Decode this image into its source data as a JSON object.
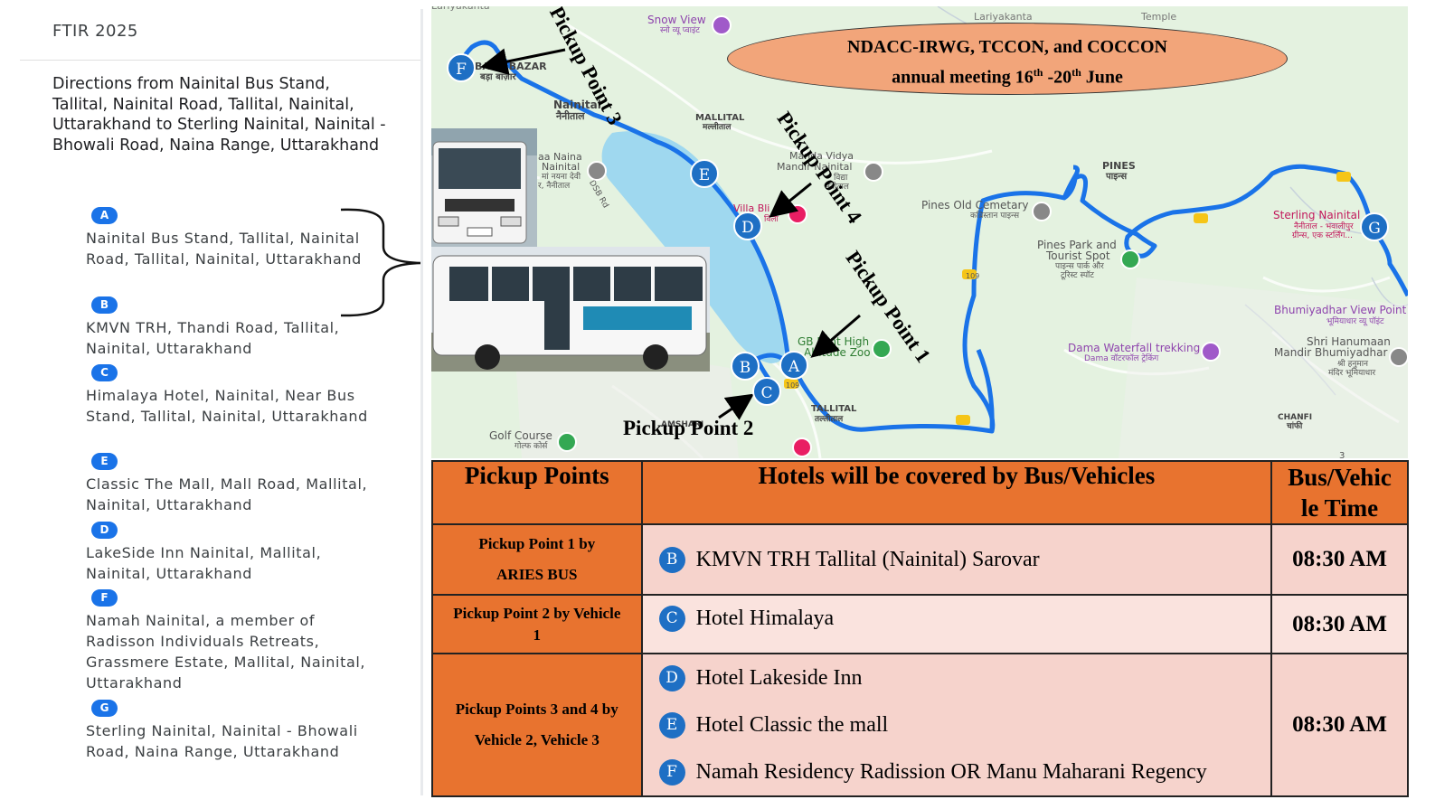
{
  "left_panel": {
    "title": "FTIR 2025",
    "heading": "Directions from Nainital Bus Stand, Tallital, Nainital Road, Tallital, Nainital, Uttarakhand to Sterling Nainital, Nainital - Bhowali Road, Naina Range, Uttarakhand",
    "stops": [
      {
        "letter": "A",
        "address": "Nainital Bus Stand, Tallital, Nainital Road, Tallital, Nainital, Uttarakhand"
      },
      {
        "letter": "B",
        "address": "KMVN TRH, Thandi Road, Tallital, Nainital, Uttarakhand"
      },
      {
        "letter": "C",
        "address": "Himalaya Hotel, Nainital, Near Bus Stand, Tallital, Nainital, Uttarakhand"
      },
      {
        "letter": "E",
        "address": "Classic The Mall, Mall Road, Mallital, Nainital, Uttarakhand"
      },
      {
        "letter": "D",
        "address": "LakeSide Inn Nainital, Mallital, Nainital, Uttarakhand"
      },
      {
        "letter": "F",
        "address": "Namah Nainital, a member of Radisson Individuals Retreats, Grassmere Estate, Mallital, Nainital, Uttarakhand"
      },
      {
        "letter": "G",
        "address": "Sterling Nainital, Nainital - Bhowali Road, Naina Range, Uttarakhand"
      }
    ]
  },
  "map": {
    "banner_line1": "NDACC-IRWG, TCCON, and COCCON",
    "banner_line2_pre": "annual meeting 16",
    "banner_sup1": "th",
    "banner_mid": " -20",
    "banner_sup2": "th",
    "banner_post": " June",
    "pickup_labels": [
      "Pickup Point 1",
      "Pickup Point 2",
      "Pickup Point 3",
      "Pickup Point 4"
    ],
    "markers": [
      "A",
      "B",
      "C",
      "D",
      "E",
      "F",
      "G"
    ],
    "places": {
      "snow_view": "Snow View",
      "snow_view_hi": "स्नो व्यू प्वाइंट",
      "bara_bazar": "BARA BAZAR",
      "bara_bazar_hi": "बड़ा बाज़ार",
      "nainital": "Nainital",
      "nainital_hi": "नैनीताल",
      "mallital": "MALLITAL",
      "mallital_hi": "मल्लीताल",
      "naina": "aa Naina",
      "naina2": "Nainital",
      "naina_hi": "मां नयना देवी",
      "naina_hi2": "र, नैनीताल",
      "dsb": "DSB Rd",
      "manda": "Manda Vidya",
      "manda2": "Mandir Nainital",
      "manda_hi": "विद्या",
      "manda_hi2": "नैनीताल",
      "villa": "Villa Bli",
      "villa_hi": "विला",
      "pines": "PINES",
      "pines_hi": "पाइन्स",
      "cemetery": "Pines Old Cemetary",
      "cemetery_hi": "कब्रिस्तान पाइन्स",
      "park": "Pines Park and",
      "park2": "Tourist Spot",
      "park_hi": "पाइन्स पार्क और",
      "park_hi2": "टूरिस्ट स्पॉट",
      "sterling": "Sterling Nainital",
      "sterling_hi": "नैनीताल - भवालीपुर",
      "sterling_hi2": "ग्रीन्स, एक स्टर्लिंग...",
      "bhumiyadhar": "Bhumiyadhar View Point",
      "bhumiyadhar_hi": "भूमियाधार व्यू पॉइंट",
      "hanuman": "Shri Hanumaan",
      "hanuman2": "Mandir Bhumiyadhar",
      "hanuman_hi": "श्री हनुमान",
      "hanuman_hi2": "मंदिर भूमियाधार",
      "gb": "GB Pant High",
      "gb2": "Altitude Zoo",
      "dama": "Dama Waterfall trekking",
      "dama_hi": "Dama वॉटरफॉल ट्रेकिंग",
      "tallital": "TALLITAL",
      "tallital_hi": "तल्लीताल",
      "golf": "Golf Course",
      "golf_hi": "गोल्फ कोर्स",
      "chanfi": "CHANFI",
      "chanfi_hi": "चांफी",
      "amshari": "AMSHARI",
      "top_cut": "Lariyakanta",
      "temple_cut": "Temple",
      "road109": "109",
      "num3": "3"
    }
  },
  "table": {
    "headers": [
      "Pickup Points",
      "Hotels will be covered by Bus/Vehicles",
      "Bus/Vehic le Time"
    ],
    "header_time_l1": "Bus/Vehic",
    "header_time_l2": "le Time",
    "rows": [
      {
        "pickup_l1": "Pickup Point 1 by",
        "pickup_l2": "ARIES BUS",
        "hotels": [
          {
            "letter": "B",
            "name": "KMVN TRH Tallital (Nainital) Sarovar"
          }
        ],
        "time": "08:30 AM"
      },
      {
        "pickup_l1": "Pickup Point 2 by Vehicle",
        "pickup_l2": "1",
        "hotels": [
          {
            "letter": "C",
            "name": "Hotel Himalaya"
          }
        ],
        "time": "08:30 AM"
      },
      {
        "pickup_l1": "Pickup Points 3 and 4 by",
        "pickup_l2": "Vehicle 2, Vehicle 3",
        "hotels": [
          {
            "letter": "D",
            "name": "Hotel Lakeside Inn"
          },
          {
            "letter": "E",
            "name": "Hotel Classic the mall"
          },
          {
            "letter": "F",
            "name": "Namah Residency Radission OR Manu Maharani Regency"
          }
        ],
        "time": "08:30 AM"
      }
    ]
  },
  "colors": {
    "route": "#1a73e8",
    "marker": "#1e6fc4",
    "table_header": "#e8732f",
    "table_cell": "#f6d3cc",
    "banner": "#f2a57a",
    "lake": "#9fd8ef",
    "map_bg": "#e4f2e0"
  }
}
